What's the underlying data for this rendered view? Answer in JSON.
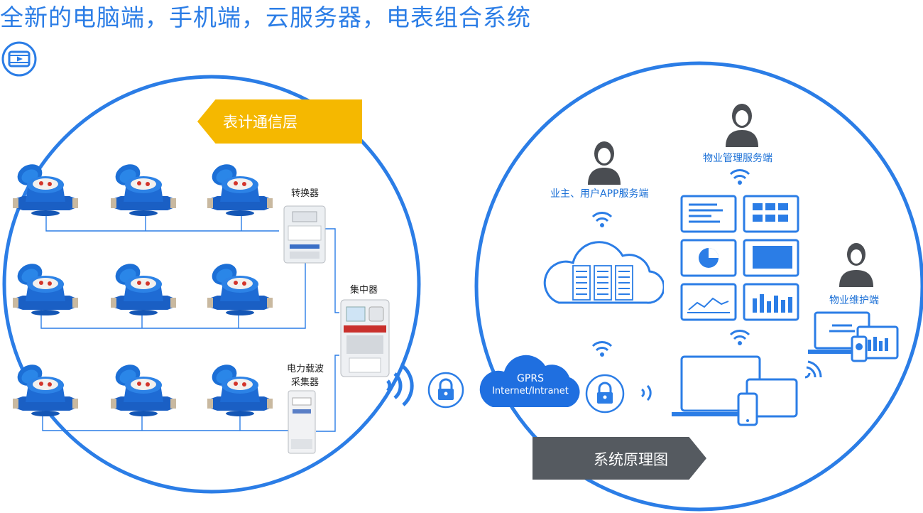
{
  "title": "全新的电脑端，手机端，云服务器，电表组合系统",
  "left_banner": "表计通信层",
  "right_banner": "系统原理图",
  "devices": {
    "converter": "转换器",
    "concentrator": "集中器",
    "collector_line1": "电力载波",
    "collector_line2": "采集器"
  },
  "network": {
    "gprs_line1": "GPRS",
    "gprs_line2": "Internet/Intranet"
  },
  "roles": {
    "owner_app": "业主、用户APP服务端",
    "property_mgmt": "物业管理服务端",
    "property_maint": "物业维护端"
  },
  "colors": {
    "blue": "#2b7de6",
    "yellow": "#f5b800",
    "gray": "#555a60"
  }
}
